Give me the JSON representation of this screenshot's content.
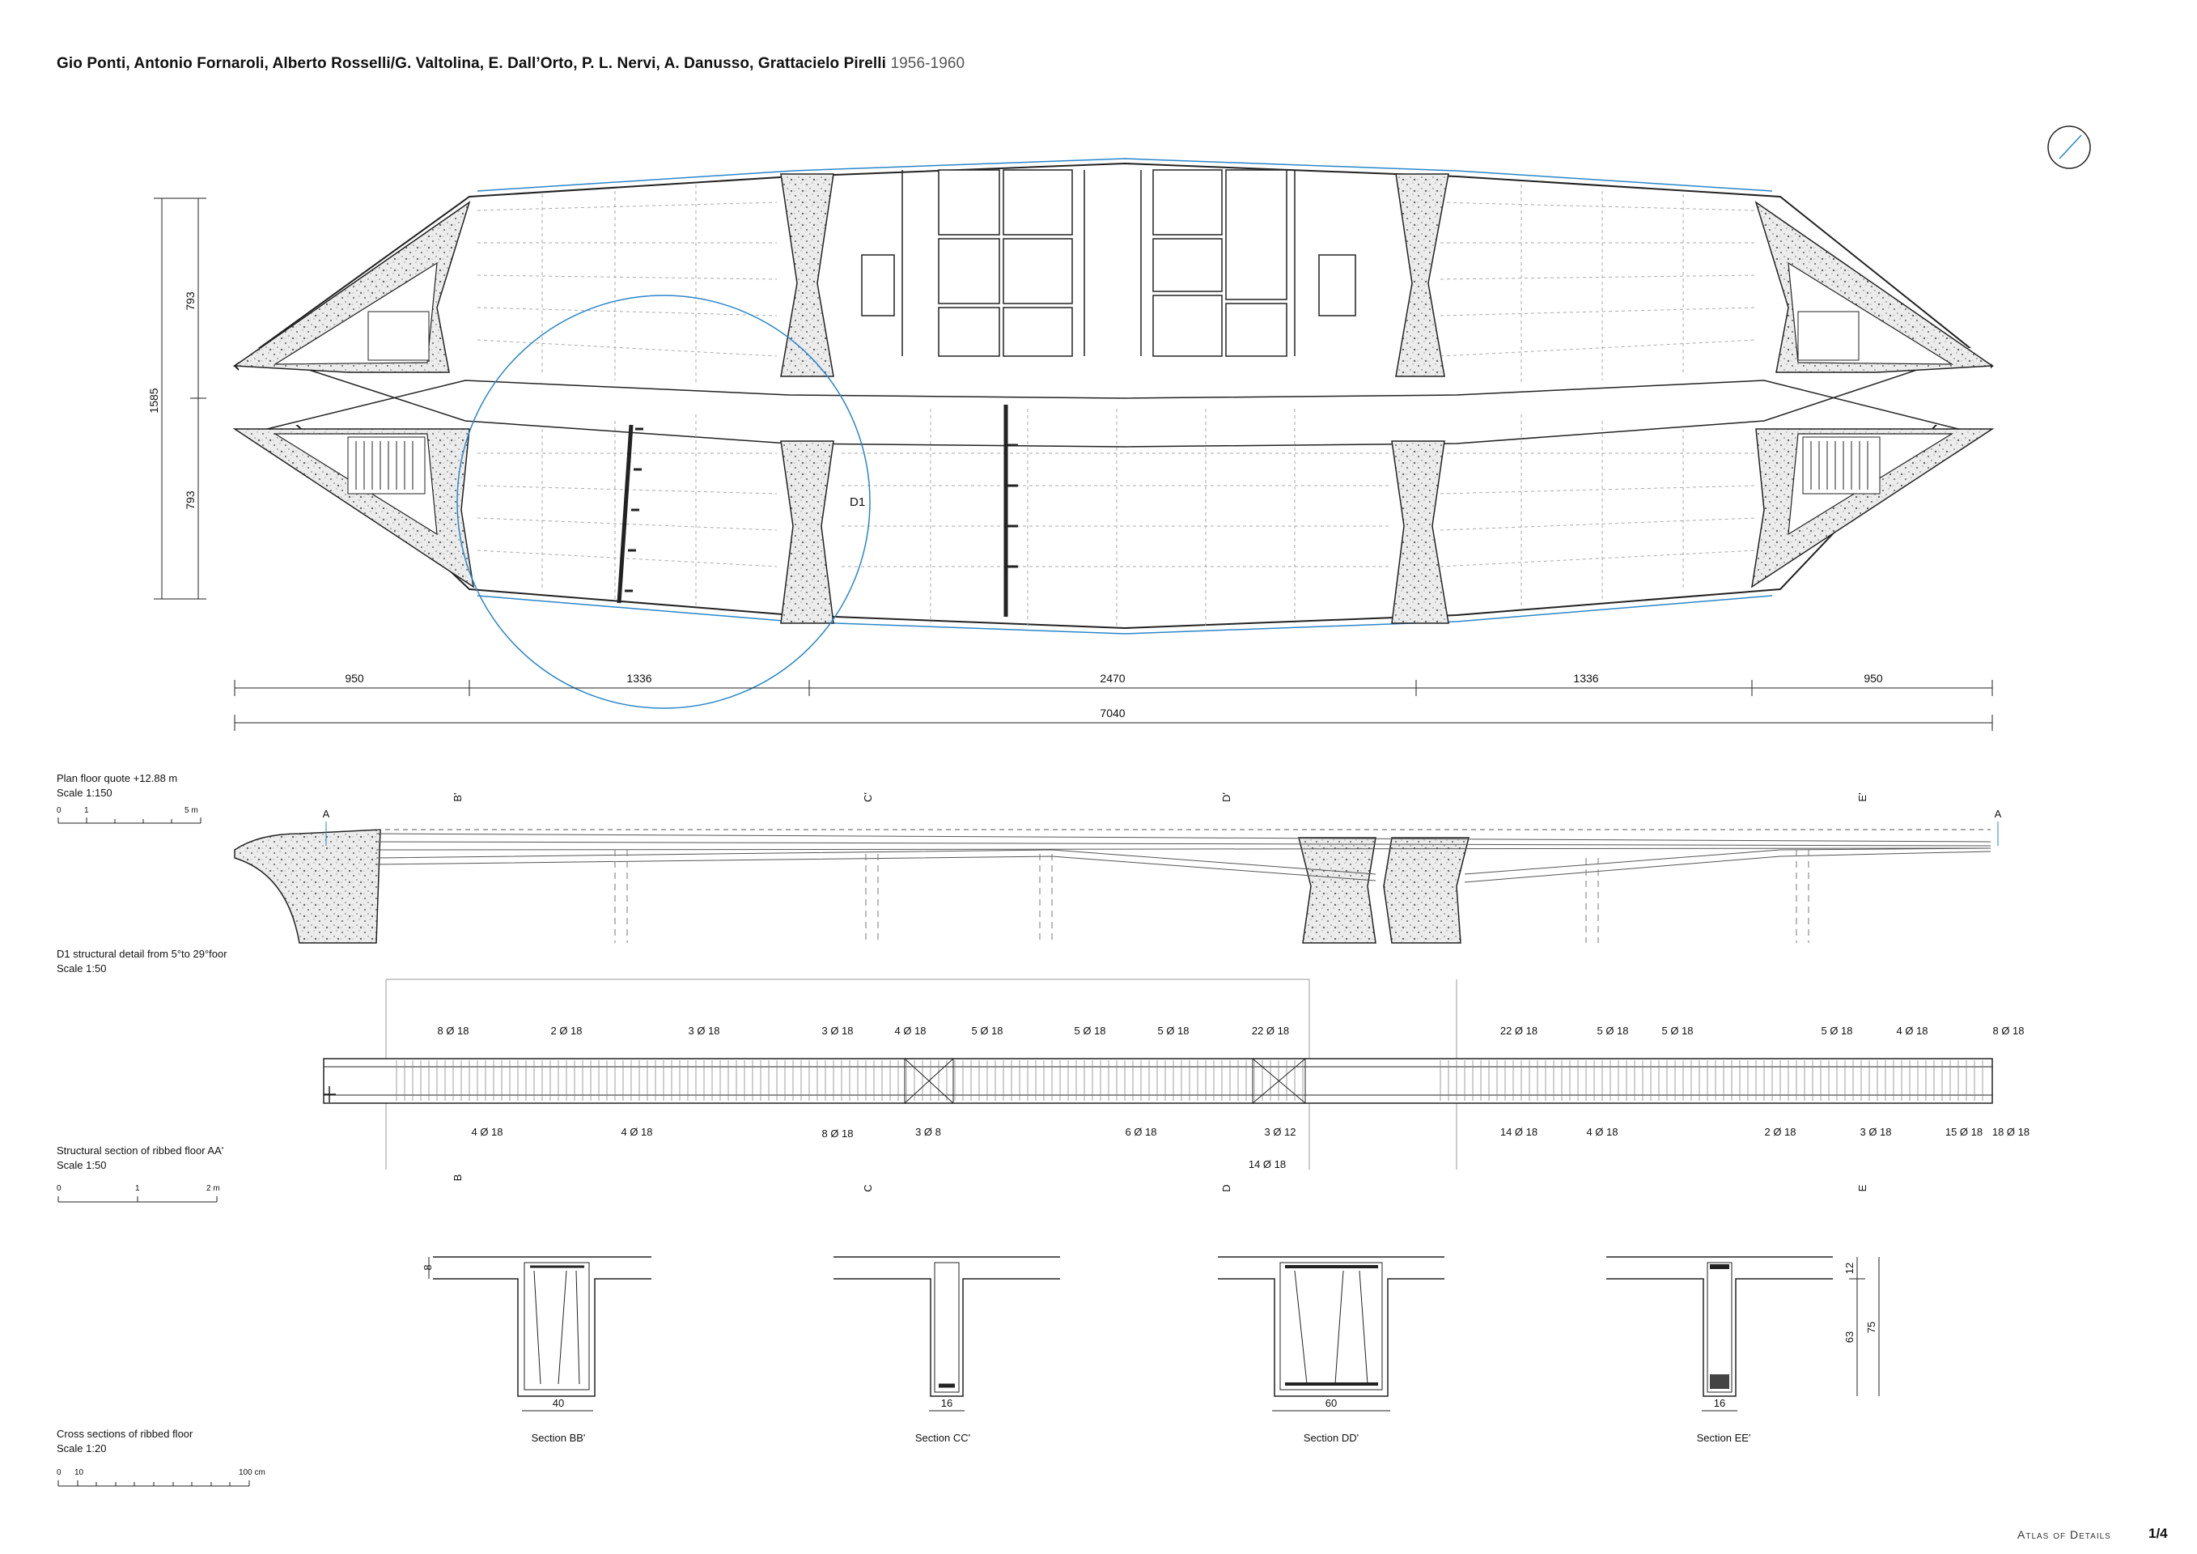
{
  "header": {
    "authors": "Gio Ponti, Antonio Fornaroli, Alberto Rosselli/G. Valtolina, E. Dall’Orto, P. L. Nervi, A. Danusso, Grattacielo Pirelli",
    "years": "1956-1960"
  },
  "plan": {
    "dims_bottom": [
      "950",
      "1336",
      "2470",
      "1336",
      "950"
    ],
    "dim_total": "7040",
    "dims_left": {
      "upper": "793",
      "lower": "793",
      "total": "1585"
    },
    "detail_label": "D1",
    "caption": [
      "Plan floor quote +12.88 m",
      "Scale 1:150"
    ],
    "scale_ticks": [
      "0",
      "1",
      "5 m"
    ]
  },
  "detail": {
    "caption": [
      "D1 structural detail from 5°to 29°foor",
      "Scale 1:50"
    ],
    "markers": {
      "A": "A",
      "B": "B'",
      "C": "C'",
      "D": "D'",
      "E": "E'"
    }
  },
  "section": {
    "caption": [
      "Structural section of ribbed floor AA'",
      "Scale 1:50"
    ],
    "scale_ticks": [
      "0",
      "1",
      "2 m"
    ],
    "labels_top": [
      "8 Ø 18",
      "2 Ø 18",
      "3 Ø 18",
      "3 Ø 18",
      "4 Ø 18",
      "5 Ø 18",
      "5 Ø 18",
      "5 Ø 18",
      "22 Ø 18",
      "22 Ø 18",
      "5 Ø 18",
      "5 Ø 18",
      "5 Ø 18",
      "4 Ø 18",
      "8 Ø 18"
    ],
    "labels_bottom": [
      "4 Ø 18",
      "4 Ø 18",
      "8 Ø 18",
      "3 Ø 8",
      "6 Ø 18",
      "3 Ø 12",
      "14 Ø 18",
      "14 Ø 18",
      "4 Ø 18",
      "2 Ø 18",
      "3 Ø 18",
      "15 Ø 18",
      "18 Ø 18"
    ],
    "markers_bottom": [
      "B",
      "C",
      "D",
      "E"
    ]
  },
  "cross_sections": {
    "caption": [
      "Cross sections of ribbed floor",
      "Scale 1:20"
    ],
    "scale_ticks": [
      "0",
      "10",
      "100 cm"
    ],
    "items": [
      {
        "name": "Section BB'",
        "width": "40"
      },
      {
        "name": "Section CC'",
        "width": "16"
      },
      {
        "name": "Section DD'",
        "width": "60"
      },
      {
        "name": "Section EE'",
        "width": "16"
      }
    ],
    "dim_slab": "8",
    "dims_right": {
      "top": "12",
      "rib": "63",
      "total": "75"
    }
  },
  "footer": {
    "atlas": "Atlas of Details",
    "page": "1/4"
  },
  "colors": {
    "line": "#222222",
    "accent": "#2a86c8",
    "hatch": "#cfcfcf"
  }
}
